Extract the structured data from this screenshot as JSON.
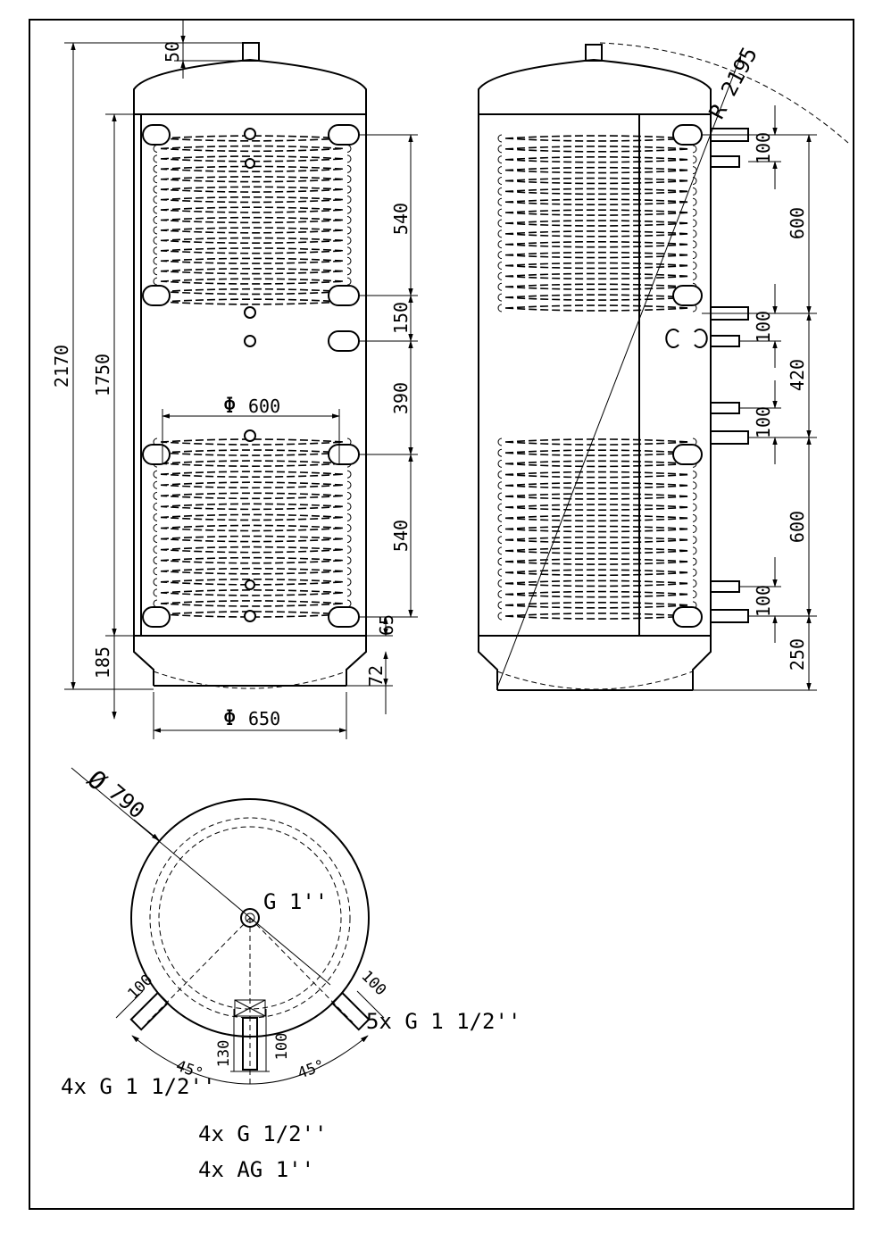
{
  "dimensions": {
    "top_connection": "50",
    "overall_height": "2170",
    "inner_height": "1750",
    "bottom_offset": "185",
    "coil_upper": "540",
    "gap_150": "150",
    "gap_390": "390",
    "coil_lower": "540",
    "bottom_65": "65",
    "foot_72": "72",
    "inner_diameter": "600",
    "base_diameter": "650",
    "radius": "R 2195",
    "right_100_a": "100",
    "right_600_a": "600",
    "right_100_b": "100",
    "right_420": "420",
    "right_100_c": "100",
    "right_600_b": "600",
    "right_100_d": "100",
    "right_250": "250",
    "outer_diameter": "790",
    "plan_100_left": "100",
    "plan_100_right": "100",
    "plan_130": "130",
    "plan_100_bottom": "100",
    "angle_left": "45°",
    "angle_right": "45°"
  },
  "symbols": {
    "diameter": "Φ",
    "diameter_alt": "Ø"
  },
  "connections": {
    "top": "G 1''",
    "right": "5x G 1 1/2''",
    "left": "4x G 1 1/2''",
    "bottom_1": "4x G 1/2''",
    "bottom_2": "4x AG 1''"
  }
}
